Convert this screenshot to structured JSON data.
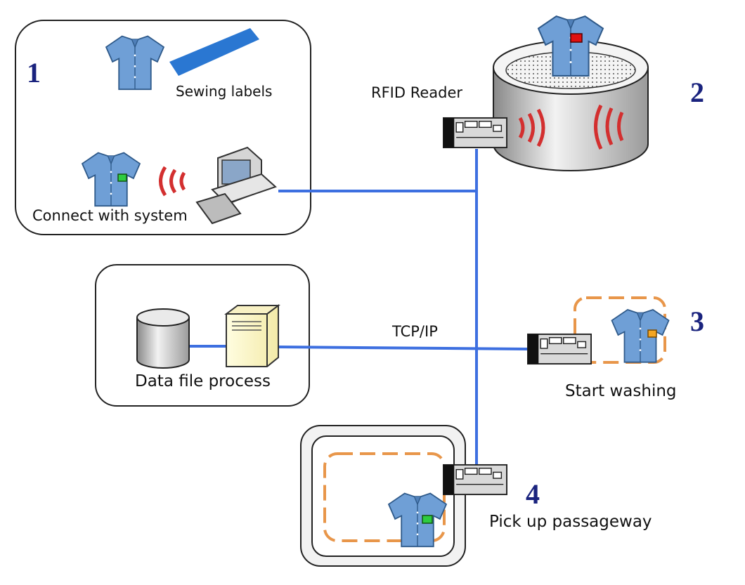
{
  "diagram": {
    "steps": [
      {
        "number": "1",
        "labels": [
          "Sewing labels",
          "Connect with system"
        ]
      },
      {
        "number": "2",
        "labels": [
          "RFID Reader"
        ]
      },
      {
        "number": "3",
        "labels": [
          "Start washing"
        ]
      },
      {
        "number": "4",
        "labels": [
          "Pick up passageway"
        ]
      }
    ],
    "network_label": "TCP/IP",
    "data_box_label": "Data file process",
    "colors": {
      "network_line": "#3d6fe0",
      "step_number": "#1a237e",
      "rfid_wave": "#d32f2f",
      "shirt": "#6f9fd6",
      "tag_green": "#2ecc40",
      "tag_red": "#e01010",
      "tag_orange": "#f5a623",
      "dashed_zone": "#e8964a"
    }
  }
}
